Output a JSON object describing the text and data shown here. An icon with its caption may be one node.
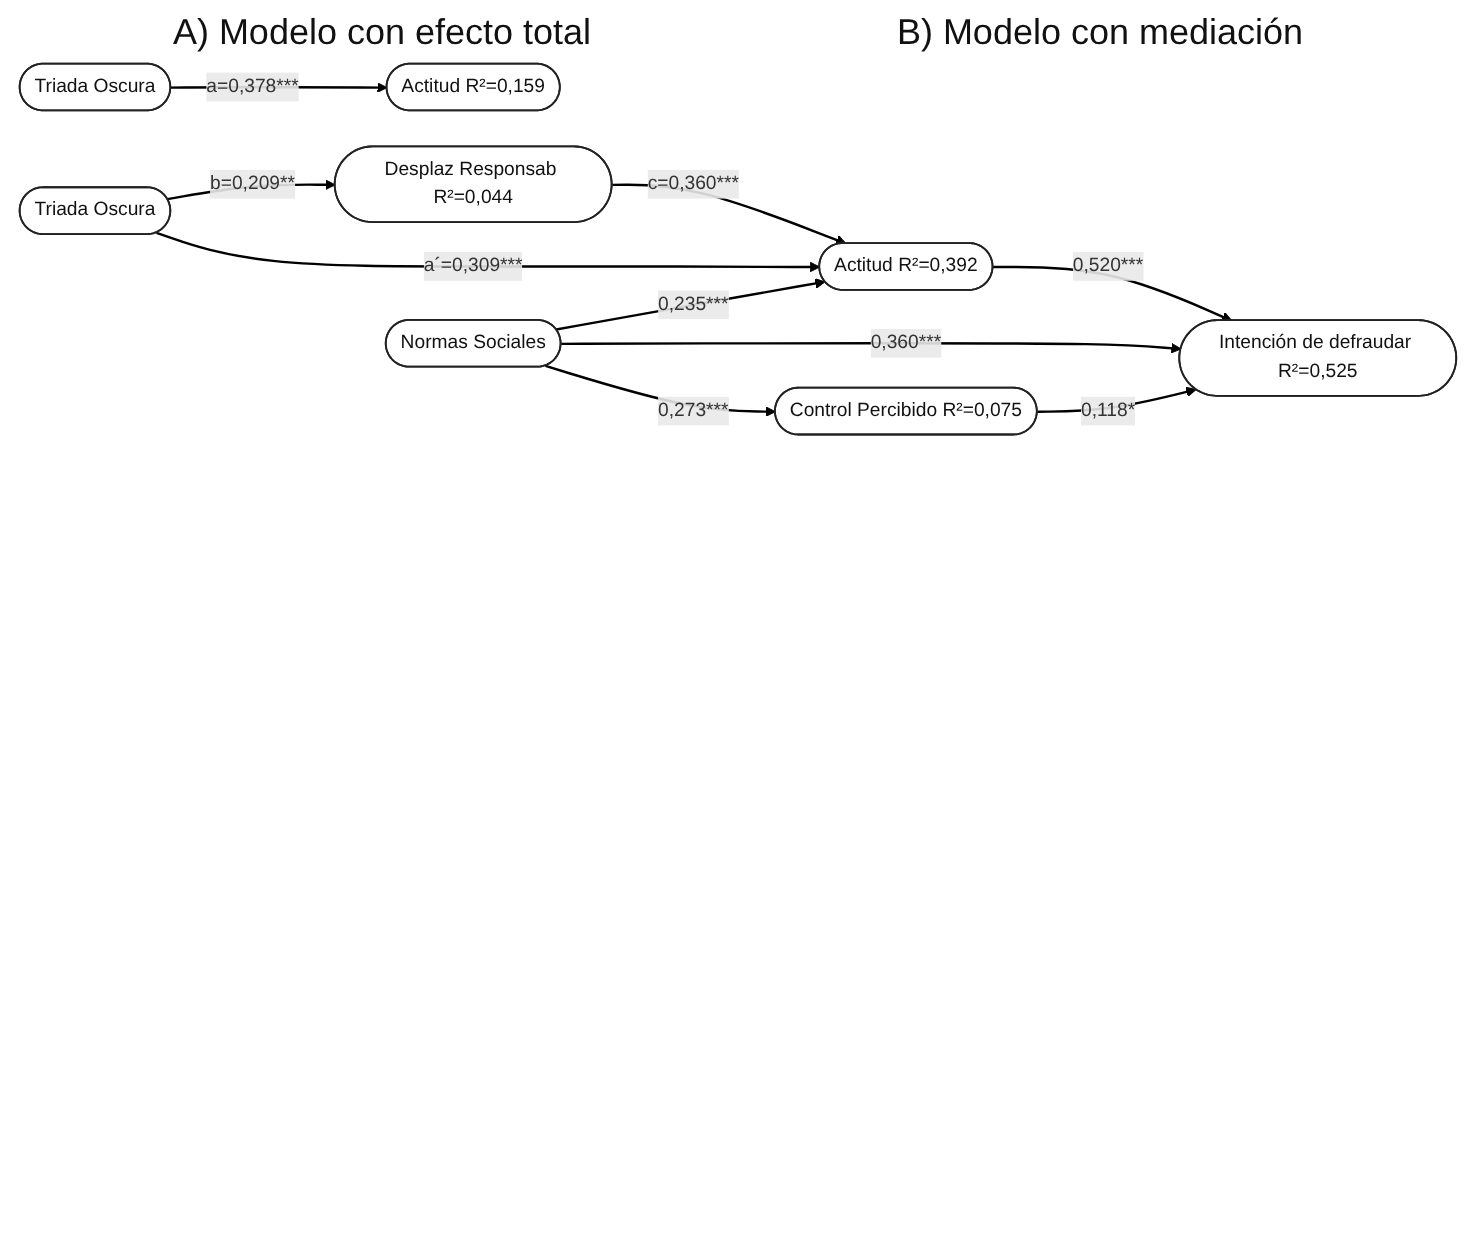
{
  "diagram": {
    "nodes": [
      {
        "text": [
          "Triada Oscura"
        ]
      },
      {
        "text": [
          "Actitud R²=0,159"
        ]
      },
      {
        "text": [
          "Desplaz Responsab R²=0,044"
        ]
      },
      {
        "text": [
          "Triada Oscura"
        ]
      },
      {
        "text": [
          "Actitud R²=0,392"
        ]
      },
      {
        "text": [
          "Normas Sociales"
        ]
      },
      {
        "text": [
          "Intención de defraudar R²=0,525"
        ]
      },
      {
        "text": [
          "Control Percibido R²=0,075"
        ]
      }
    ],
    "edges": [
      {
        "from": 0,
        "to": 1,
        "arrow": "to",
        "label": "a=0,378***"
      },
      {
        "from": 3,
        "to": 2,
        "arrow": "to",
        "label": "b=0,209**"
      },
      {
        "from": 2,
        "to": 4,
        "arrow": "to",
        "label": "c=0,360***"
      },
      {
        "from": 3,
        "to": 4,
        "arrow": "to",
        "label": "a´=0,309***"
      },
      {
        "from": 5,
        "to": 4,
        "arrow": "to",
        "label": "0,235***"
      },
      {
        "from": 4,
        "to": 6,
        "arrow": "to",
        "label": "0,520***"
      },
      {
        "from": 5,
        "to": 6,
        "arrow": "to",
        "label": "0,360***"
      },
      {
        "from": 5,
        "to": 7,
        "arrow": "to",
        "label": "0,273***"
      },
      {
        "from": 7,
        "to": 6,
        "arrow": "to",
        "label": "0,118*"
      }
    ],
    "labels": [
      "A) Modelo con efecto total",
      "B) Modelo con mediación"
    ]
  }
}
